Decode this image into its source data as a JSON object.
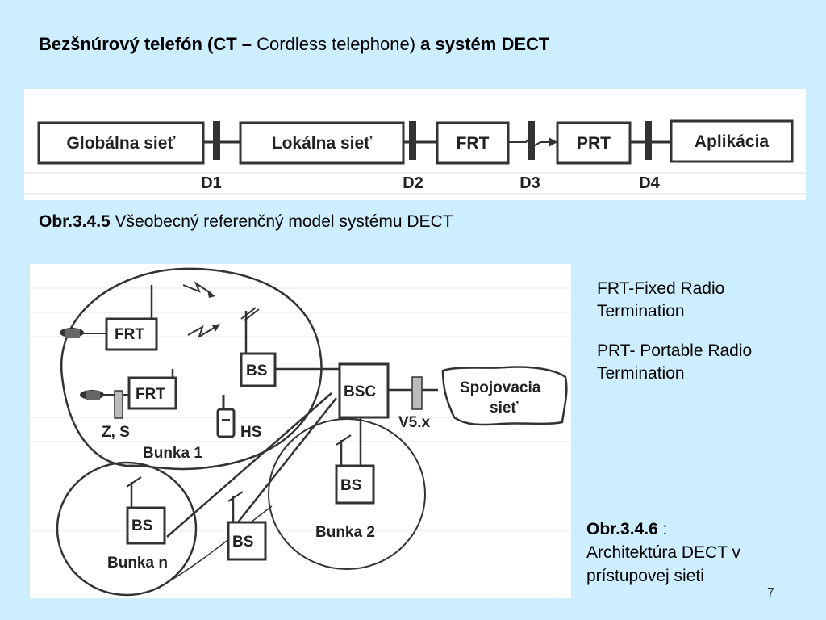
{
  "title": {
    "part1": "Bezšnúrový telefón (CT – ",
    "part2": "Cordless telephone) ",
    "part3": " a systém DECT"
  },
  "figure1": {
    "boxes": [
      "Globálna sieť",
      "Lokálna sieť",
      "FRT",
      "PRT",
      "Aplikácia"
    ],
    "interfaces": [
      "D1",
      "D2",
      "D3",
      "D4"
    ]
  },
  "caption1": {
    "label": "Obr.3.4.5",
    "text": " Všeobecný referenčný model systému DECT"
  },
  "figure2": {
    "frt1": "FRT",
    "frt2": "FRT",
    "bs_cell1": "BS",
    "bsc": "BSC",
    "network": "Spojovacia\nsieť",
    "v5": "V5.x",
    "zs": "Z, S",
    "hs": "HS",
    "bunka1": "Bunka 1",
    "bunka2": "Bunka 2",
    "bunkan": "Bunka n",
    "bs_cell2": "BS",
    "bs_celln": "BS",
    "bs_extra": "BS"
  },
  "legend": {
    "frt": "FRT-Fixed Radio Termination",
    "prt": "PRT- Portable Radio Termination"
  },
  "caption2": {
    "label": "Obr.3.4.6",
    "sep": " :",
    "text": "Architektúra DECT v prístupovej sieti"
  },
  "page_number": "7"
}
